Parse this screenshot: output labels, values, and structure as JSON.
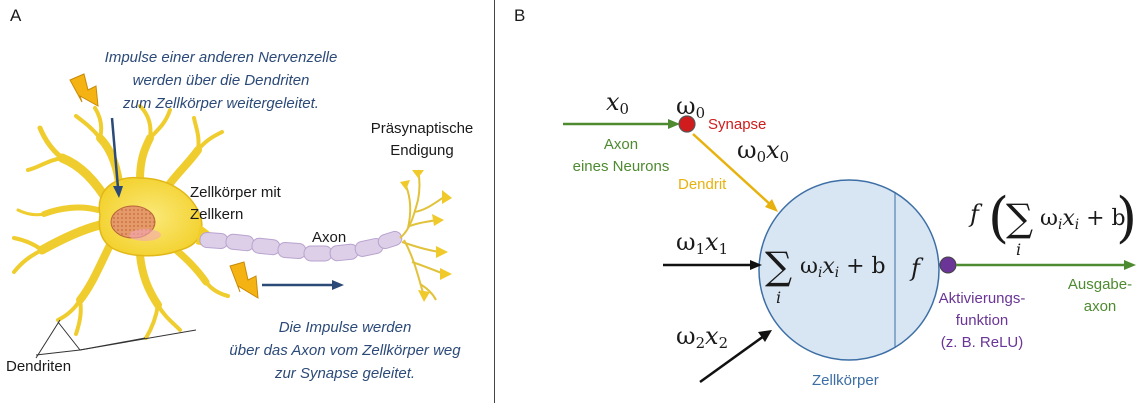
{
  "panel_a": {
    "letter": "A",
    "impulse_in_lines": [
      "Impulse einer anderen Nervenzelle",
      "werden über die Dendriten",
      "zum Zellkörper weitergeleitet."
    ],
    "cell_body_lines": [
      "Zellkörper mit",
      "Zellkern"
    ],
    "axon": "Axon",
    "terminal_lines": [
      "Präsynaptische",
      "Endigung"
    ],
    "impulse_out_lines": [
      "Die Impulse werden",
      "über das Axon vom Zellkörper weg",
      "zur Synapse geleitet."
    ],
    "dendrites": "Dendriten"
  },
  "panel_b": {
    "letter": "B",
    "x0": "x",
    "x0_sub": "0",
    "w0": "ω",
    "w0_sub": "0",
    "synapse": "Synapse",
    "axon_lines": [
      "Axon",
      "eines Neurons"
    ],
    "w0x0_w": "ω",
    "w0x0_ws": "0",
    "w0x0_x": "x",
    "w0x0_xs": "0",
    "dendrite": "Dendrit",
    "w1": "ω",
    "w1_sub": "1",
    "x1": "x",
    "x1_sub": "1",
    "w2": "ω",
    "w2_sub": "2",
    "x2": "x",
    "x2_sub": "2",
    "sum_symbol": "∑",
    "sum_index": "i",
    "sum_w": "ω",
    "sum_wi": "i",
    "sum_x": "x",
    "sum_xi": "i",
    "sum_b": "+ b",
    "f": "f",
    "activation_lines": [
      "Aktivierungs-",
      "funktion",
      "(z. B. ReLU)"
    ],
    "output_lines": [
      "Ausgabe-",
      "axon"
    ],
    "cell_body": "Zellkörper"
  },
  "colors": {
    "green": "#4e8a30",
    "red": "#d01c1c",
    "yellow": "#e8b20e",
    "purple": "#6a3596",
    "cell_fill": "#d8e5f3",
    "cell_stroke": "#3d6fa5",
    "text_blue": "#2c4a78",
    "neuron_yellow": "#f5dc3c",
    "axon_purple": "#ddcfe8"
  }
}
